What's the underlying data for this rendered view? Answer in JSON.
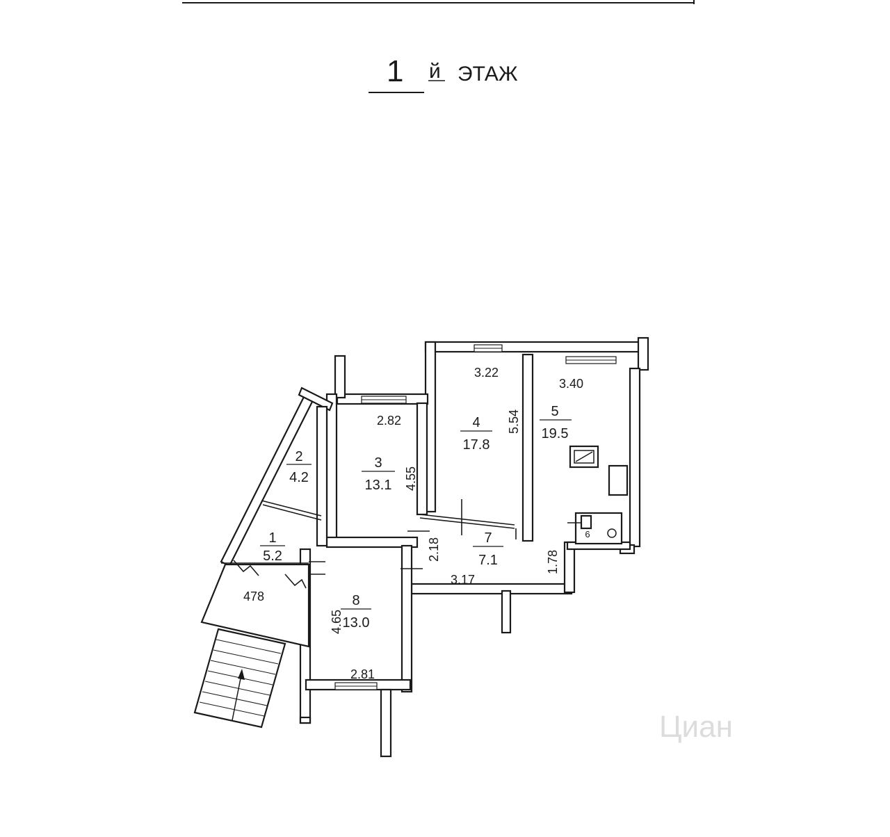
{
  "header": {
    "floor_number": "1",
    "floor_suffix": "й",
    "floor_word": "ЭТАЖ"
  },
  "rooms": [
    {
      "number": "1",
      "area": "5.2"
    },
    {
      "number": "2",
      "area": "4.2"
    },
    {
      "number": "3",
      "area": "13.1"
    },
    {
      "number": "4",
      "area": "17.8"
    },
    {
      "number": "5",
      "area": "19.5"
    },
    {
      "number": "6",
      "area": ""
    },
    {
      "number": "7",
      "area": "7.1"
    },
    {
      "number": "8",
      "area": "13.0"
    }
  ],
  "dimensions": {
    "room3_width": "2.82",
    "room3_depth": "4.55",
    "room4_width": "3.22",
    "room4_depth": "5.54",
    "room5_width": "3.40",
    "room7_depth": "2.18",
    "room7_width": "3.17",
    "room7_side": "1.78",
    "room8_depth": "4.65",
    "room8_width": "2.81",
    "porch_width": "478"
  },
  "watermark": "Циан",
  "colors": {
    "ink": "#1a1a1a",
    "paper": "#ffffff"
  }
}
